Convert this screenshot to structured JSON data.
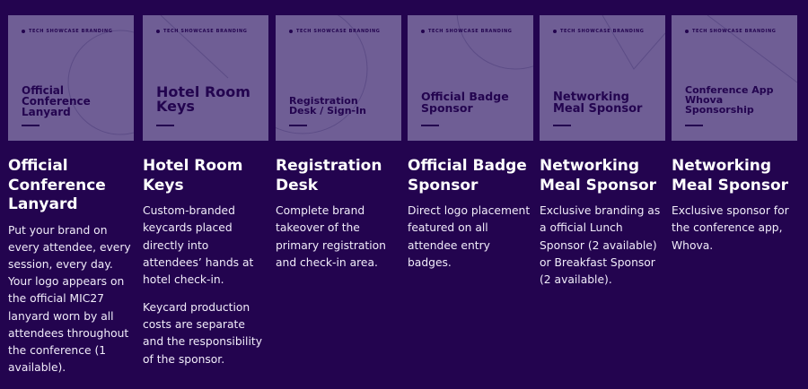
{
  "brand_label": "TECH SHOWCASE BRANDING",
  "colors": {
    "background": "#23044f",
    "thumbnail": "#6f5e95",
    "thumb_text": "#23044f"
  },
  "cards": [
    {
      "thumb_title": "Official Conference Lanyard",
      "title": "Official Conference Lanyard",
      "description": [
        "Put your brand on every attendee, every session, every day. Your logo appears on the official MIC27 lanyard worn by all attendees throughout the conference (1 available)."
      ]
    },
    {
      "thumb_title": "Hotel Room Keys",
      "title": "Hotel Room Keys",
      "description": [
        "Custom-branded keycards placed directly into attendees’ hands at hotel check-in.",
        "Keycard production costs are separate and the responsibility of the sponsor."
      ]
    },
    {
      "thumb_title": "Registration Desk / Sign-In",
      "title": "Registration Desk",
      "description": [
        "Complete brand takeover of the primary registration and check-in area."
      ]
    },
    {
      "thumb_title": "Official Badge Sponsor",
      "title": "Official Badge Sponsor",
      "description": [
        "Direct logo placement featured on all attendee entry badges."
      ]
    },
    {
      "thumb_title": "Networking Meal Sponsor",
      "title": "Networking Meal Sponsor",
      "description": [
        "Exclusive branding as a official Lunch Sponsor (2 available) or Breakfast Sponsor (2 available)."
      ]
    },
    {
      "thumb_title": "Conference App Whova Sponsorship",
      "title": "Networking Meal Sponsor",
      "description": [
        "Exclusive sponsor for the conference app, Whova."
      ]
    }
  ]
}
